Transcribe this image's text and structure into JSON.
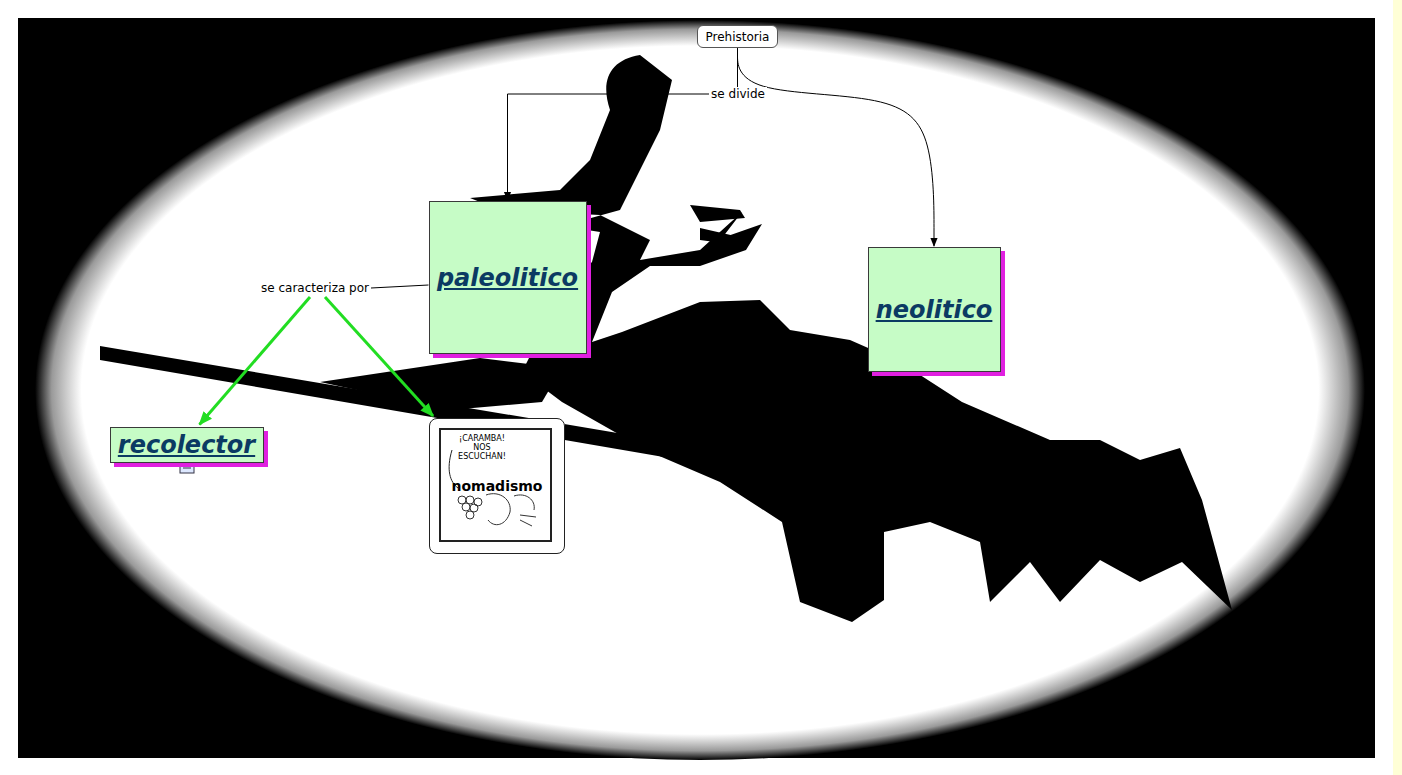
{
  "diagram": {
    "nodes": [
      {
        "text": [
          "Prehistoria"
        ]
      },
      {
        "text": [
          "paleolitico"
        ]
      },
      {
        "text": [
          "neolitico"
        ]
      },
      {
        "text": [
          "recolector"
        ]
      },
      {
        "text": [
          "nomadismo"
        ]
      }
    ],
    "edges": [
      {
        "from": 0,
        "to": 1,
        "arrow": "to",
        "label": "se divide"
      },
      {
        "from": 0,
        "to": 2,
        "arrow": "to"
      },
      {
        "from": 1,
        "to": 3,
        "arrow": "to",
        "label": "se caracteriza por"
      },
      {
        "from": 1,
        "to": 4,
        "arrow": "to"
      }
    ],
    "labels": [
      "¡CARAMBA! NOS ESCUCHAN!"
    ]
  }
}
